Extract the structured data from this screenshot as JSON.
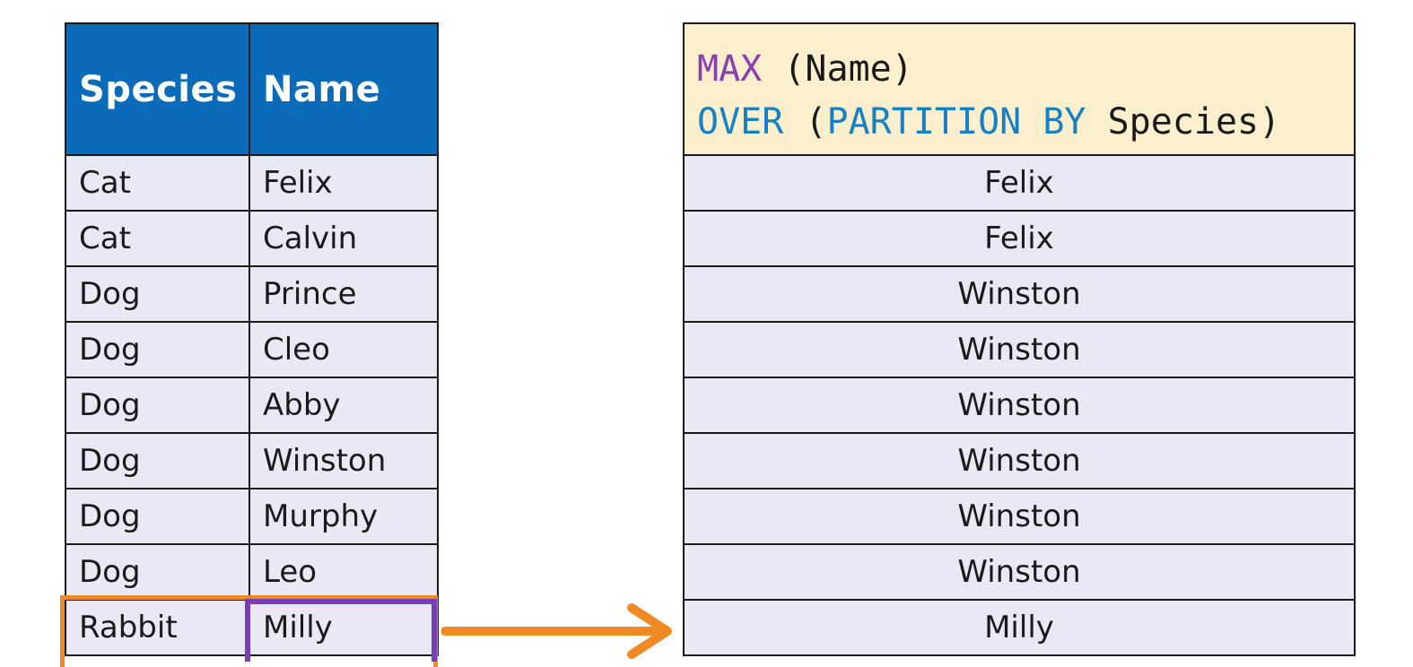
{
  "source_table": {
    "headers": [
      "Species",
      "Name"
    ],
    "rows": [
      [
        "Cat",
        "Felix"
      ],
      [
        "Cat",
        "Calvin"
      ],
      [
        "Dog",
        "Prince"
      ],
      [
        "Dog",
        "Cleo"
      ],
      [
        "Dog",
        "Abby"
      ],
      [
        "Dog",
        "Winston"
      ],
      [
        "Dog",
        "Murphy"
      ],
      [
        "Dog",
        "Leo"
      ],
      [
        "Rabbit",
        "Milly"
      ]
    ]
  },
  "result_table": {
    "header_line1": {
      "func": "MAX",
      "args": " (Name)"
    },
    "header_line2": {
      "over": "OVER",
      "paren_open": " (",
      "partition": "PARTITION BY",
      "rest": " Species)"
    },
    "values": [
      "Felix",
      "Felix",
      "Winston",
      "Winston",
      "Winston",
      "Winston",
      "Winston",
      "Winston",
      "Milly"
    ]
  },
  "colors": {
    "header_blue": "#0b6bb8",
    "cell_bg": "#e8e9f5",
    "formula_bg": "#fbefcd",
    "keyword_purple": "#8a3fb0",
    "keyword_blue": "#1680c2",
    "highlight_orange": "#f08a24",
    "highlight_purple": "#7a3db3"
  }
}
